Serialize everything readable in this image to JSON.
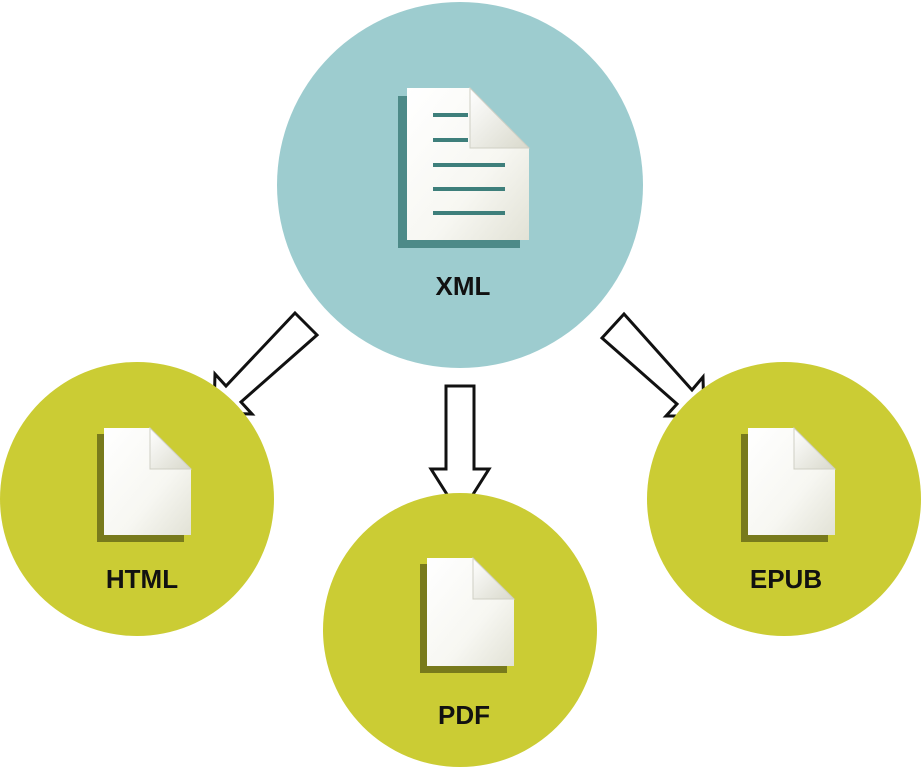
{
  "diagram": {
    "source": {
      "label": "XML",
      "icon": "document-with-lines-icon",
      "color": "#9dcccf",
      "doc_shadow_color": "#4d8a88",
      "line_color": "#3e7f7b"
    },
    "outputs": [
      {
        "label": "HTML",
        "icon": "blank-document-icon"
      },
      {
        "label": "PDF",
        "icon": "blank-document-icon"
      },
      {
        "label": "EPUB",
        "icon": "blank-document-icon"
      }
    ],
    "output_color": "#cbcc34",
    "output_doc_shadow_color": "#787a1c",
    "arrow_icon": "hollow-arrow-icon",
    "arrow_fill": "#ffffff",
    "arrow_stroke": "#111111"
  }
}
